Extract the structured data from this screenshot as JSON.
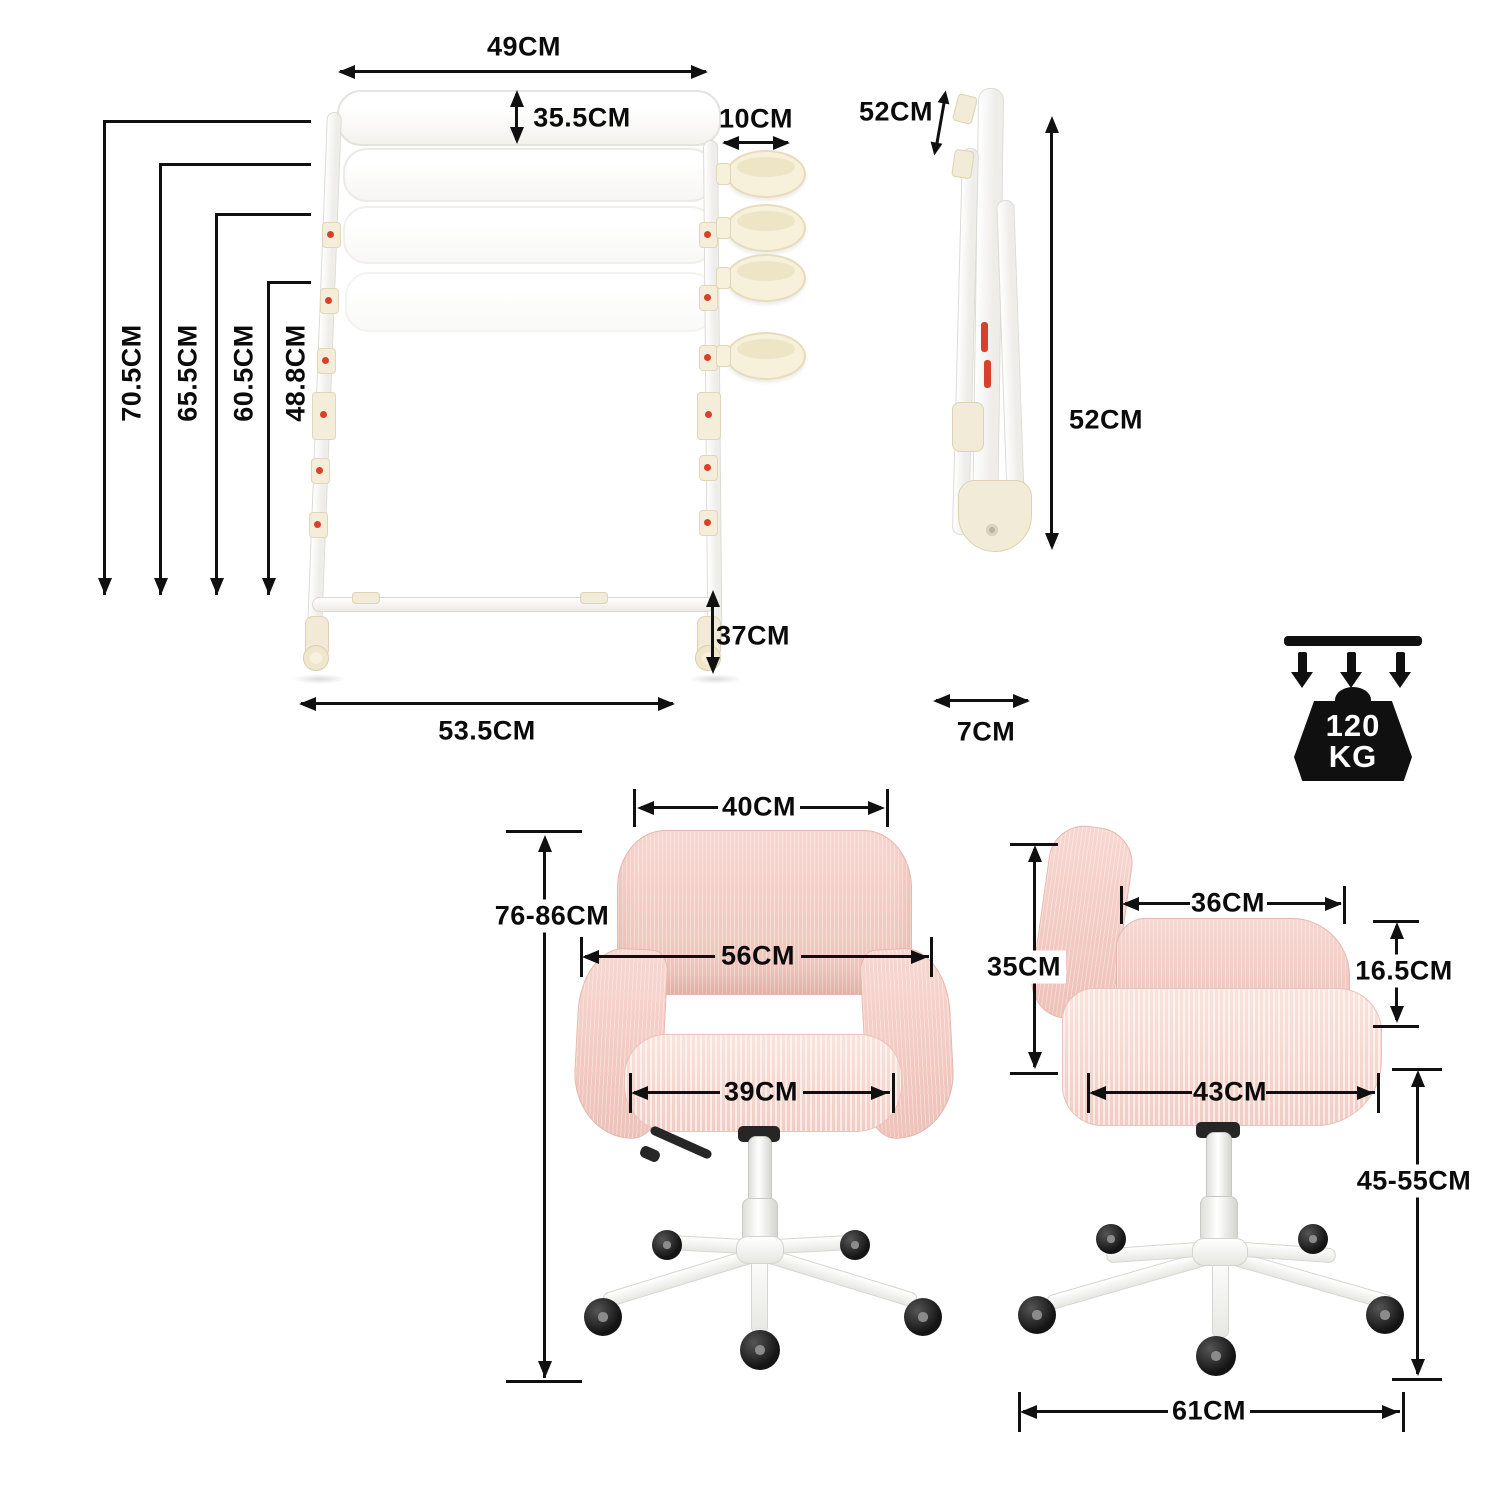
{
  "colors": {
    "dimension_line": "#101010",
    "chair_pink": "#f5cdc7",
    "chair_pink_light": "#f9ded7",
    "frame_white": "#fbfbfa",
    "ivory_plastic": "#f4edda",
    "red_accent": "#d8402a",
    "caster_black": "#1a1a1a"
  },
  "desk_front_view": {
    "width_top": "49CM",
    "tray_depth": "35.5CM",
    "cup_holder_width": "10CM",
    "height_level_1": "70.5CM",
    "height_level_2": "65.5CM",
    "height_level_3": "60.5CM",
    "height_level_4": "48.8CM",
    "under_clearance": "37CM",
    "base_width": "53.5CM"
  },
  "desk_folded_view": {
    "folded_depth": "52CM",
    "folded_height": "52CM",
    "folded_thickness": "7CM"
  },
  "weight_capacity": {
    "value": "120",
    "unit": "KG"
  },
  "chair_front_view": {
    "backrest_width": "40CM",
    "height_range": "76-86CM",
    "overall_width": "56CM",
    "seat_width": "39CM"
  },
  "chair_side_view": {
    "backrest_height": "35CM",
    "armrest_depth": "36CM",
    "backrest_above_armrest": "16.5CM",
    "seat_depth": "43CM",
    "seat_height_range": "45-55CM",
    "base_width": "61CM"
  }
}
